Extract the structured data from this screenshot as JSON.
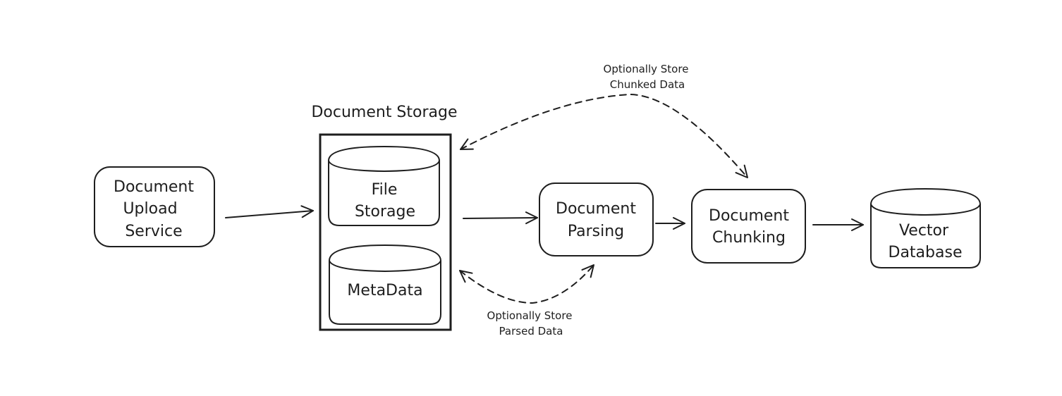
{
  "diagram": {
    "nodes": {
      "upload": {
        "lines": [
          "Document",
          "Upload",
          "Service"
        ],
        "shape": "rounded-rectangle"
      },
      "storage_group": {
        "title": "Document Storage",
        "shape": "rectangle"
      },
      "file_storage": {
        "lines": [
          "File",
          "Storage"
        ],
        "shape": "cylinder"
      },
      "metadata": {
        "lines": [
          "MetaData"
        ],
        "shape": "cylinder"
      },
      "parsing": {
        "lines": [
          "Document",
          "Parsing"
        ],
        "shape": "rounded-rectangle"
      },
      "chunking": {
        "lines": [
          "Document",
          "Chunking"
        ],
        "shape": "rounded-rectangle"
      },
      "vector_db": {
        "lines": [
          "Vector",
          "Database"
        ],
        "shape": "cylinder"
      }
    },
    "edges": [
      {
        "from": "Document Upload Service",
        "to": "Document Storage",
        "style": "solid"
      },
      {
        "from": "Document Storage",
        "to": "Document Parsing",
        "style": "solid"
      },
      {
        "from": "Document Parsing",
        "to": "Document Chunking",
        "style": "solid"
      },
      {
        "from": "Document Chunking",
        "to": "Vector Database",
        "style": "solid"
      },
      {
        "from": "Document Parsing",
        "to": "Document Storage",
        "style": "dashed",
        "bidirectional": true,
        "label_lines": [
          "Optionally Store",
          "Parsed Data"
        ]
      },
      {
        "from": "Document Chunking",
        "to": "Document Storage",
        "style": "dashed",
        "bidirectional": true,
        "label_lines": [
          "Optionally Store",
          "Chunked Data"
        ]
      }
    ]
  }
}
